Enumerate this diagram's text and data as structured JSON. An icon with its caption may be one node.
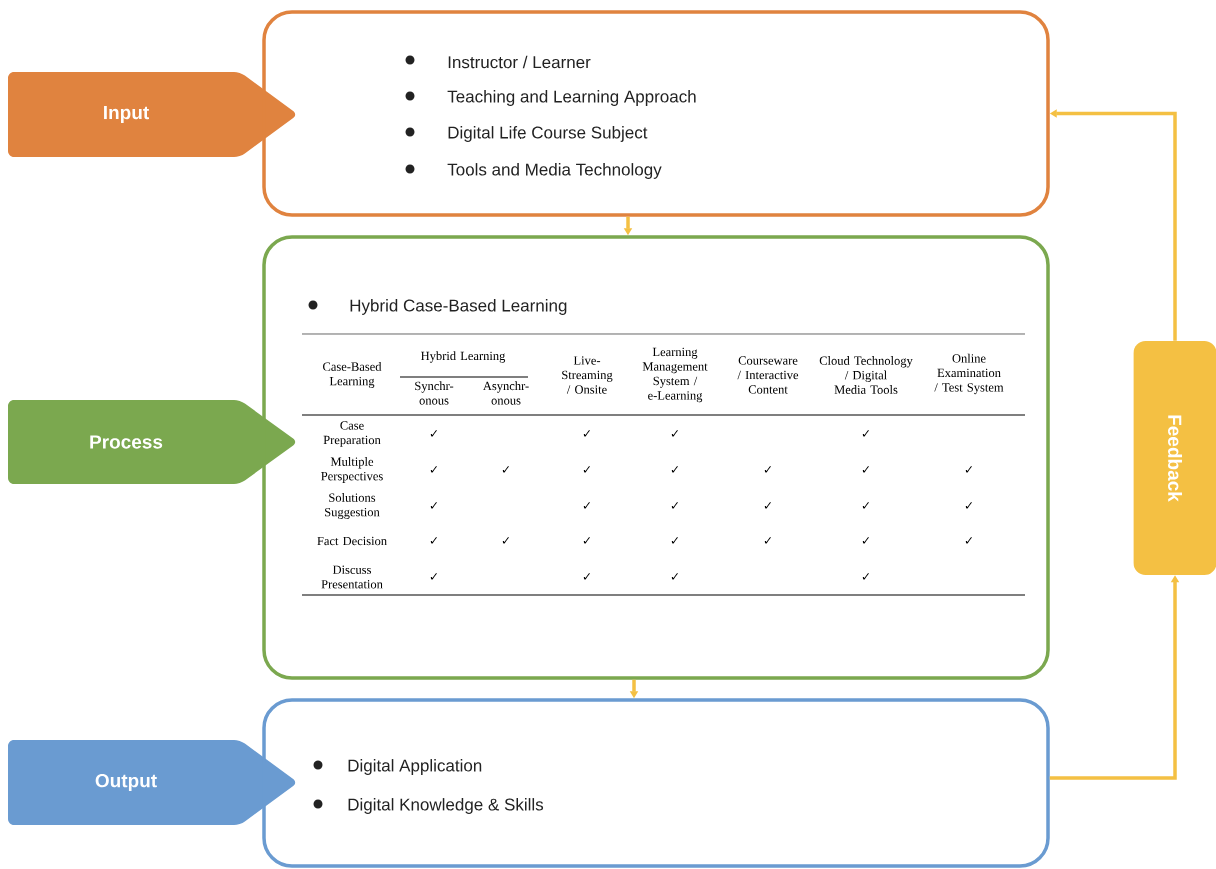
{
  "diagram": {
    "nodes": [
      {
        "text": [
          "Input"
        ]
      },
      {
        "text": [
          "Instructor / Learner",
          "Teaching and Learning Approach",
          "Digital Life Course Subject",
          "Tools and Media Technology"
        ]
      },
      {
        "text": [
          "Process"
        ]
      },
      {
        "text": [
          "Hybrid Case-Based Learning"
        ]
      },
      {
        "text": [
          "Output"
        ]
      },
      {
        "text": [
          "Digital Application",
          "Digital Knowledge & Skills"
        ]
      },
      {
        "text": [
          "Feedback"
        ]
      }
    ],
    "edges": [
      {
        "from": 1,
        "to": 3,
        "arrow": "to"
      },
      {
        "from": 3,
        "to": 5,
        "arrow": "to"
      },
      {
        "from": 5,
        "to": 6,
        "arrow": "to"
      },
      {
        "from": 6,
        "to": 1,
        "arrow": "to"
      }
    ],
    "labels": [
      "Case-Based Learning",
      "Hybrid Learning",
      "Live-Streaming / Onsite",
      "Learning Management System / e-Learning",
      "Courseware / Interactive Content",
      "Cloud Technology / Digital Media Tools",
      "Online Examination / Test System",
      "Synchr-onous",
      "Asynchr-onous",
      "Case Preparation",
      "✓",
      "✓",
      "✓",
      "✓",
      "Multiple Perspectives",
      "✓",
      "✓",
      "✓",
      "✓",
      "✓",
      "✓",
      "✓",
      "Solutions Suggestion",
      "✓",
      "✓",
      "✓",
      "✓",
      "✓",
      "✓",
      "Fact Decision",
      "✓",
      "✓",
      "✓",
      "✓",
      "✓",
      "✓",
      "✓",
      "Discuss Presentation",
      "✓",
      "✓",
      "✓",
      "✓"
    ]
  }
}
